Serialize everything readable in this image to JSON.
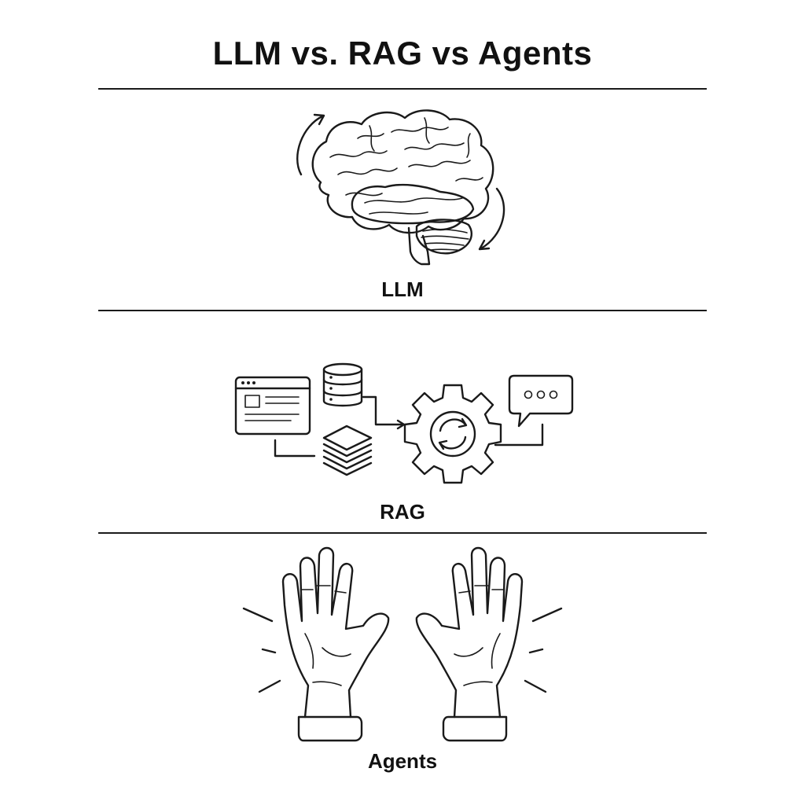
{
  "title": "LLM vs. RAG vs Agents",
  "sections": [
    {
      "label": "LLM",
      "icon": "brain-icon"
    },
    {
      "label": "RAG",
      "icon": "rag-pipeline-icon"
    },
    {
      "label": "Agents",
      "icon": "hands-icon"
    }
  ],
  "colors": {
    "background": "#ffffff",
    "ink": "#1a1a1a"
  }
}
